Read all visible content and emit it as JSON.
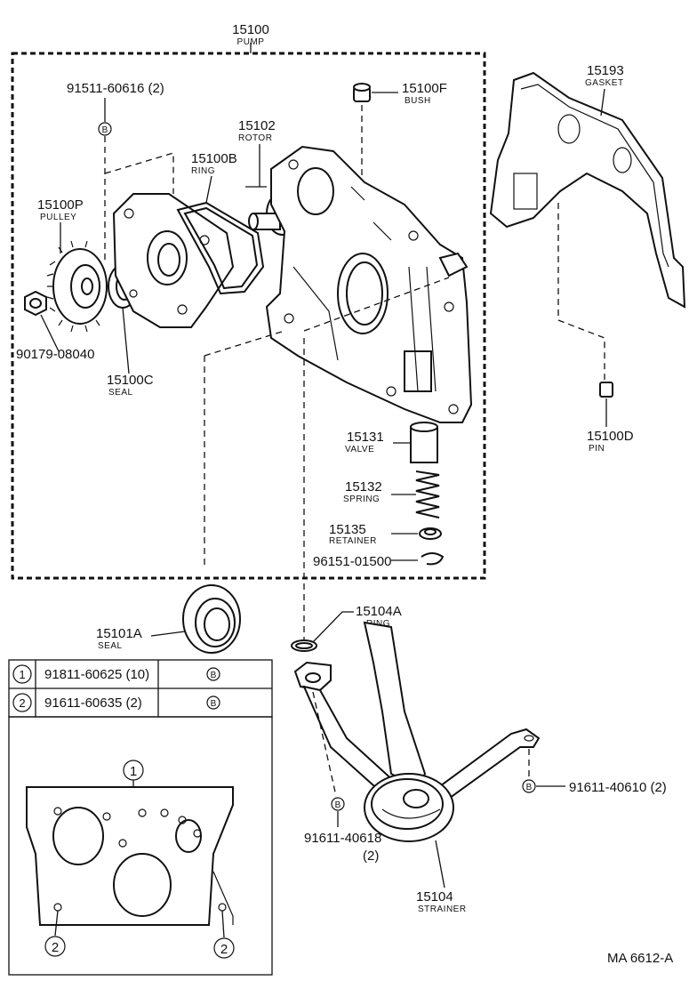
{
  "assembly": {
    "number": "15100",
    "name": "PUMP"
  },
  "parts": {
    "bolt_top": {
      "number": "91511-60616 (2)"
    },
    "pulley": {
      "number": "15100P",
      "name": "PULLEY"
    },
    "nut": {
      "number": "90179-08040"
    },
    "ring_b": {
      "number": "15100B",
      "name": "RING"
    },
    "rotor": {
      "number": "15102",
      "name": "ROTOR"
    },
    "seal_c": {
      "number": "15100C",
      "name": "SEAL"
    },
    "bush": {
      "number": "15100F",
      "name": "BUSH"
    },
    "gasket": {
      "number": "15193",
      "name": "GASKET"
    },
    "pin": {
      "number": "15100D",
      "name": "PIN"
    },
    "valve": {
      "number": "15131",
      "name": "VALVE"
    },
    "spring": {
      "number": "15132",
      "name": "SPRING"
    },
    "retainer": {
      "number": "15135",
      "name": "RETAINER"
    },
    "clip": {
      "number": "96151-01500"
    },
    "seal_a": {
      "number": "15101A",
      "name": "SEAL"
    },
    "ring_a": {
      "number": "15104A",
      "name": "RING"
    },
    "strainer": {
      "number": "15104",
      "name": "STRAINER"
    },
    "bolt_strainer": {
      "number": "91611-40618",
      "qty": "(2)"
    },
    "bolt_right": {
      "number": "91611-40610 (2)"
    }
  },
  "bolt_table": [
    {
      "index": "1",
      "part": "91811-60625 (10)",
      "symbol": "B"
    },
    {
      "index": "2",
      "part": "91611-60635 (2)",
      "symbol": "B"
    }
  ],
  "callout_symbol": "B",
  "location_markers": {
    "one": "1",
    "two": "2"
  },
  "diagram_code": "MA 6612-A"
}
